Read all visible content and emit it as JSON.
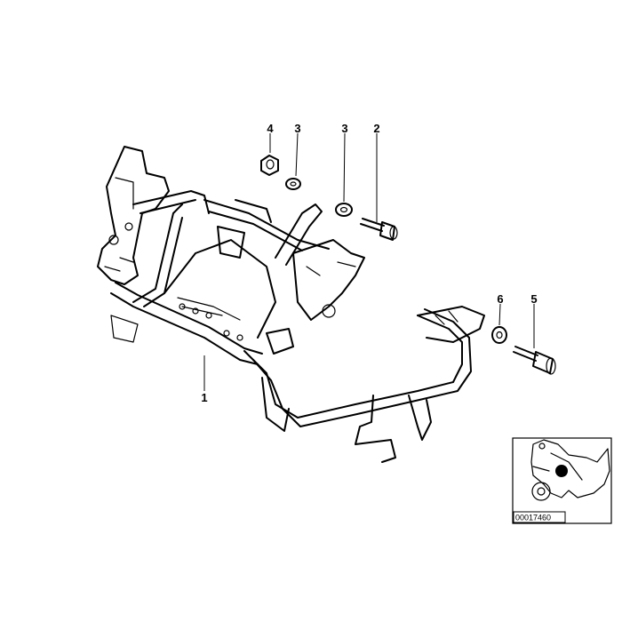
{
  "callouts": {
    "c1": "1",
    "c2": "2",
    "c3a": "3",
    "c3b": "3",
    "c4": "4",
    "c5": "5",
    "c6": "6"
  },
  "inset": {
    "diagram_id": "00017460",
    "marker_icon": "location-dot-icon",
    "silhouette_icon": "motorcycle-icon"
  },
  "colors": {
    "line": "#000000",
    "background": "#ffffff"
  }
}
